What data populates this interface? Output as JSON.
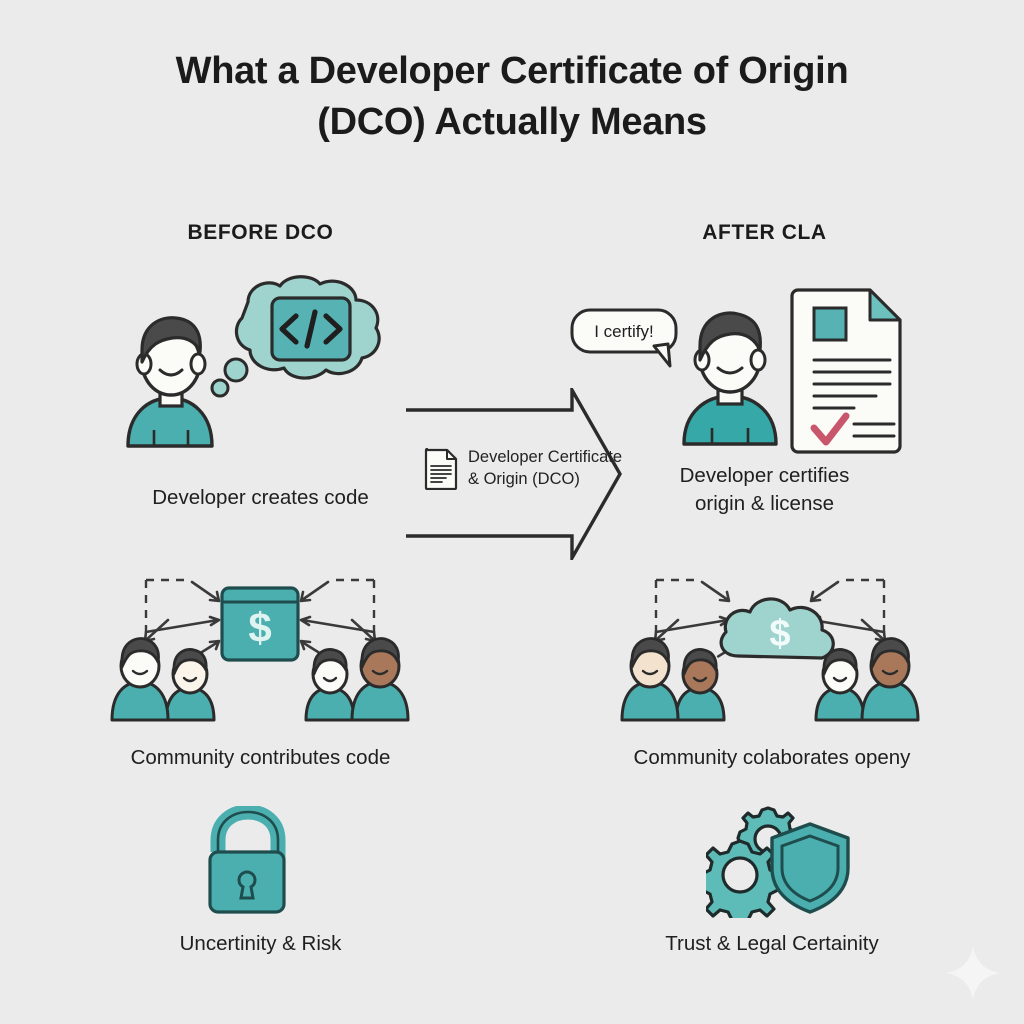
{
  "page": {
    "title_line1": "What a Developer Certificate of Origin",
    "title_line2": "(DCO) Actually Means",
    "background_color": "#ebebeb",
    "accent_teal": "#4bafaf",
    "accent_teal_light": "#9fd3ce",
    "accent_teal_dark": "#2e8c8c",
    "ink": "#2b2b2b",
    "check_red": "#c8576b"
  },
  "columns": {
    "left_header": "BEFORE DCO",
    "right_header": "AFTER CLA"
  },
  "rows": [
    {
      "left": {
        "caption": "Developer creates code",
        "icons": [
          "developer-avatar-icon",
          "thought-bubble-code-icon"
        ],
        "bubble_text": "</>"
      },
      "right": {
        "caption_line1": "Developer certifies",
        "caption_line2": "origin & license",
        "speech_text": "I certify!",
        "icons": [
          "speech-bubble-icon",
          "developer-avatar-icon",
          "certificate-document-icon",
          "red-check-icon"
        ]
      }
    },
    {
      "left": {
        "caption": "Community contributes code",
        "icons": [
          "people-group-icon",
          "dollar-box-icon",
          "arrow-icon"
        ],
        "center_symbol": "$"
      },
      "right": {
        "caption": "Community colaborates openy",
        "icons": [
          "people-group-icon",
          "dollar-cloud-icon",
          "arrow-icon"
        ],
        "center_symbol": "$"
      }
    },
    {
      "left": {
        "caption": "Uncertinity & Risk",
        "icons": [
          "open-padlock-icon"
        ]
      },
      "right": {
        "caption": "Trust & Legal Certainity",
        "icons": [
          "gear-icon",
          "shield-icon"
        ]
      }
    }
  ],
  "arrow": {
    "label_line1": "Developer Certificate",
    "label_line2": "& Origin (DCO)",
    "icon": "document-icon",
    "direction": "right"
  },
  "watermark": {
    "icon": "sparkle-icon"
  }
}
